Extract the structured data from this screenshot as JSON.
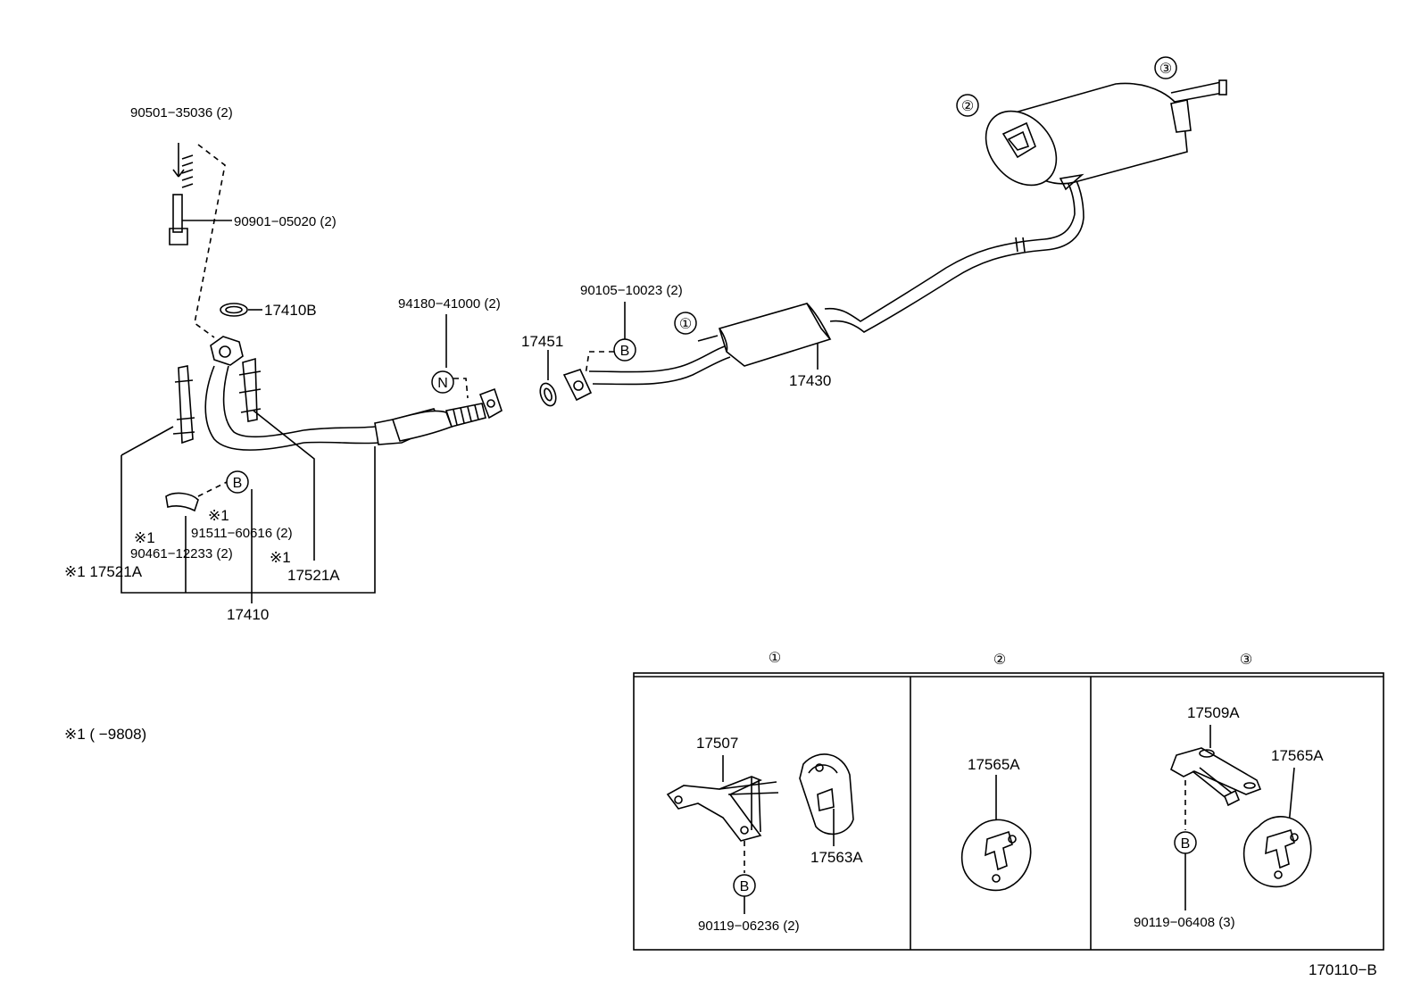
{
  "labels": {
    "p90501": "90501−35036 (2)",
    "p90901": "90901−05020 (2)",
    "p17410b": "17410B",
    "p94180": "94180−41000 (2)",
    "p90105": "90105−10023 (2)",
    "p17451": "17451",
    "p17430": "17430",
    "p91511": "91511−60616 (2)",
    "p90461": "90461−12233 (2)",
    "p17521a_left": "※1 17521A",
    "p17521a_right": "17521A",
    "p17410": "17410",
    "mark1_a": "※1",
    "mark1_b": "※1",
    "mark1_c": "※1",
    "footnote": "※1 (       −9808)",
    "p17507": "17507",
    "p17563a": "17563A",
    "p90119_06236": "90119−06236 (2)",
    "p17565a_mid": "17565A",
    "p17509a": "17509A",
    "p17565a_right": "17565A",
    "p90119_06408": "90119−06408 (3)",
    "figure_code": "170110−B"
  },
  "callouts": {
    "c1": "①",
    "c2": "②",
    "c3": "③",
    "letter_n": "N",
    "letter_b": "B"
  },
  "panels": {
    "panel1_head": "①",
    "panel2_head": "②",
    "panel3_head": "③"
  }
}
